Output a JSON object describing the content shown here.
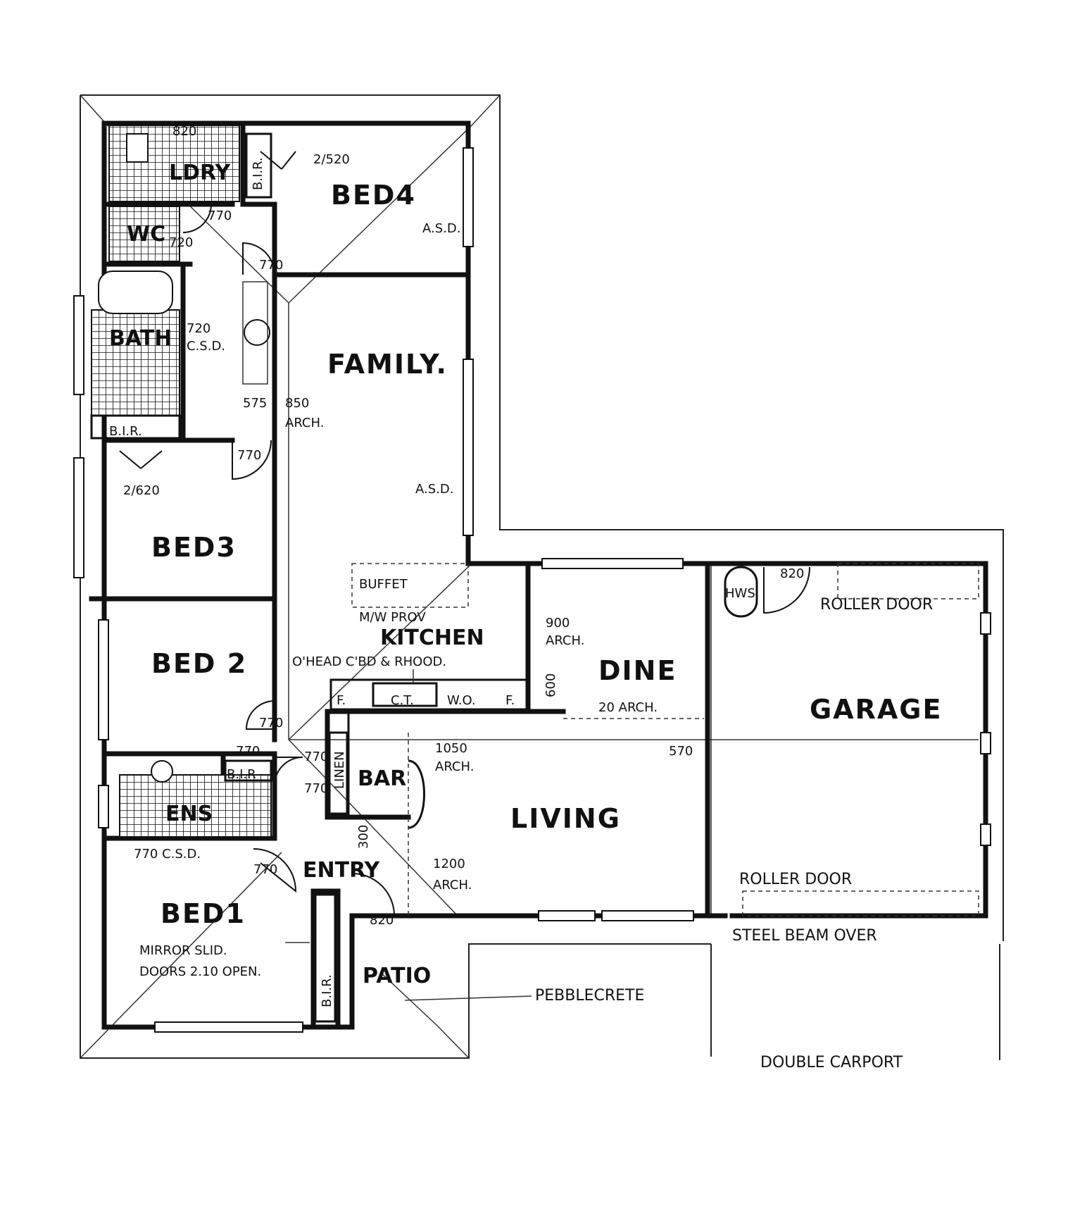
{
  "rooms": {
    "bed4": "BED4",
    "family": "FAMILY.",
    "bed3": "BED3",
    "bed2": "BED 2",
    "bed1": "BED1",
    "kitchen": "KITCHEN",
    "dine": "DINE",
    "garage": "GARAGE",
    "living": "LIVING",
    "bar": "BAR",
    "entry": "ENTRY",
    "patio": "PATIO",
    "bath": "BATH",
    "ens": "ENS",
    "wc": "WC",
    "ldry": "LDRY"
  },
  "labels": {
    "bir": "B.I.R.",
    "bir_short": "B.I.R",
    "asd": "A.S.D.",
    "asd_dot": "A.S.D.",
    "buffet": "BUFFET",
    "mw_prov": "M/W PROV",
    "ohead": "O'HEAD C'BD & RHOOD.",
    "pantry_f": "F.",
    "ct": "C.T.",
    "wo": "W.O.",
    "fridge_f": "F.",
    "linen": "LINEN",
    "hws": "HWS",
    "roller_door_top": "ROLLER DOOR",
    "roller_door_bottom": "ROLLER DOOR",
    "steel_beam": "STEEL BEAM OVER",
    "pebblecrete": "PEBBLECRETE",
    "double_carport": "DOUBLE CARPORT",
    "mirror_1": "MIRROR SLID.",
    "mirror_2": "DOORS 2.10 OPEN."
  },
  "dimensions": {
    "d820_top": "820",
    "d2_520": "2/520",
    "d770_a": "770",
    "d720_a": "720",
    "d770_b": "770",
    "d720_csd": "720",
    "csd": "C.S.D.",
    "d575": "575",
    "d850": "850",
    "arch": "ARCH.",
    "d770_c": "770",
    "d2_620": "2/620",
    "d900": "900",
    "arch_900": "ARCH.",
    "d600": "600",
    "d20arch": "20 ARCH.",
    "d820_garage": "820",
    "d770_d": "770",
    "d770_e": "770",
    "d770_f": "770",
    "d770_g": "770",
    "d1050": "1050",
    "arch_1050": "ARCH.",
    "d570": "570",
    "d300": "300",
    "d770_csd_ens": "770 C.S.D.",
    "d770_h": "770",
    "d1200": "1200",
    "arch_1200": "ARCH.",
    "d820_entry": "820"
  }
}
